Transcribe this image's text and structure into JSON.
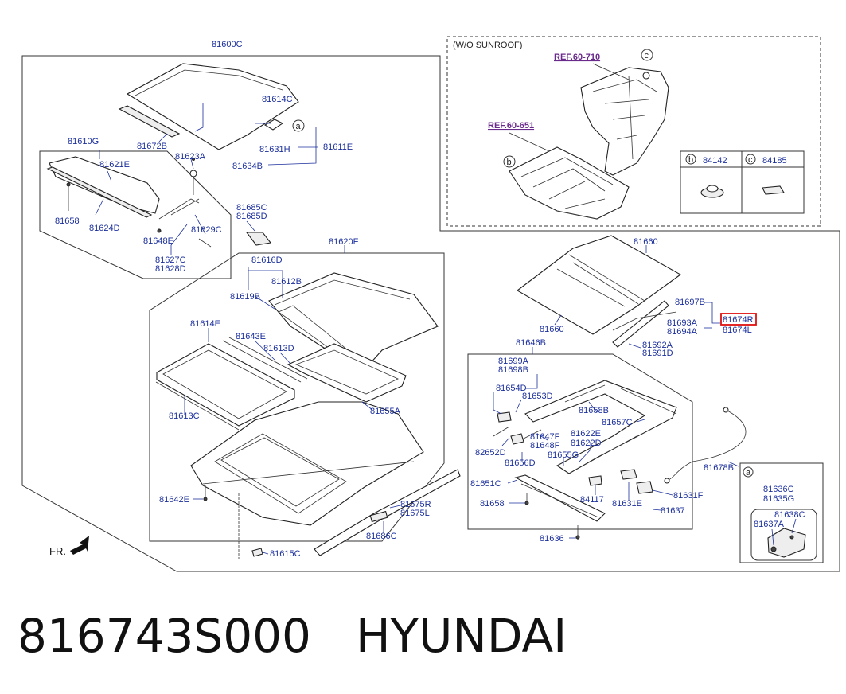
{
  "caption": {
    "part_number": "816743S000",
    "brand": "HYUNDAI"
  },
  "inset": {
    "title": "(W/O SUNROOF)",
    "refs": [
      "REF.60-710",
      "REF.60-651"
    ],
    "table": [
      {
        "key": "b",
        "part": "84142"
      },
      {
        "key": "c",
        "part": "84185"
      }
    ],
    "callouts": [
      "c",
      "b"
    ]
  },
  "fr_label": "FR.",
  "callout_a": "a",
  "highlighted_part": "81674R",
  "labels": {
    "l81600C": "81600C",
    "l81614C_top": "81614C",
    "l81672B": "81672B",
    "l81631H": "81631H",
    "l81611E": "81611E",
    "l81634B": "81634B",
    "l81623A": "81623A",
    "l81610G": "81610G",
    "l81621E": "81621E",
    "l81658_left": "81658",
    "l81624D": "81624D",
    "l81648E": "81648E",
    "l81629C": "81629C",
    "l81627C": "81627C",
    "l81628D": "81628D",
    "l81685C": "81685C",
    "l81685D": "81685D",
    "l81620F": "81620F",
    "l81616D": "81616D",
    "l81612B": "81612B",
    "l81619B": "81619B",
    "l81614E": "81614E",
    "l81643E": "81643E",
    "l81613D": "81613D",
    "l81613C": "81613C",
    "l81655A": "81655A",
    "l81642E": "81642E",
    "l81675R": "81675R",
    "l81675L": "81675L",
    "l81686C": "81686C",
    "l81615C": "81615C",
    "l81660_top": "81660",
    "l81697B": "81697B",
    "l81674R": "81674R",
    "l81693A": "81693A",
    "l81694A": "81694A",
    "l81674L": "81674L",
    "l81660_bot": "81660",
    "l81692A": "81692A",
    "l81691D": "81691D",
    "l81646B": "81646B",
    "l81699A": "81699A",
    "l81698B": "81698B",
    "l81654D": "81654D",
    "l81653D": "81653D",
    "l81658B": "81658B",
    "l81657C": "81657C",
    "l81622E": "81622E",
    "l81622D": "81622D",
    "l81647F": "81647F",
    "l81648F": "81648F",
    "l81655G": "81655G",
    "l82652D": "82652D",
    "l81656D": "81656D",
    "l81651C": "81651C",
    "l81658_mid": "81658",
    "l84117": "84117",
    "l81631E": "81631E",
    "l81631F": "81631F",
    "l81637": "81637",
    "l81636": "81636",
    "l81678B": "81678B",
    "l81636C": "81636C",
    "l81635G": "81635G",
    "l81638C": "81638C",
    "l81637A": "81637A"
  }
}
